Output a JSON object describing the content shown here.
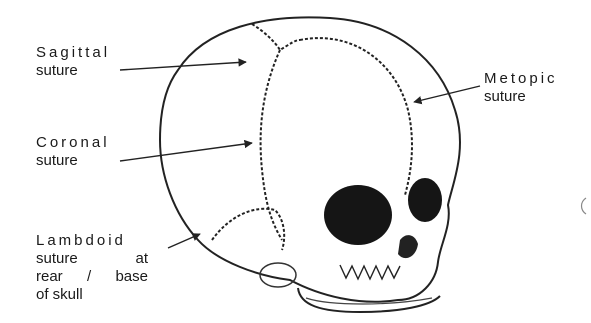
{
  "labels": {
    "sagittal": {
      "line1": "Sagittal",
      "line2": "suture"
    },
    "coronal": {
      "line1": "Coronal",
      "line2": "suture"
    },
    "metopic": {
      "line1": "Metopic",
      "line2": "suture"
    },
    "lambdoid": {
      "line1": "Lambdoid",
      "line2a": "suture",
      "line2b": "at",
      "line3a": "rear",
      "line3b": "/",
      "line3c": "base",
      "line4": "of skull"
    }
  }
}
